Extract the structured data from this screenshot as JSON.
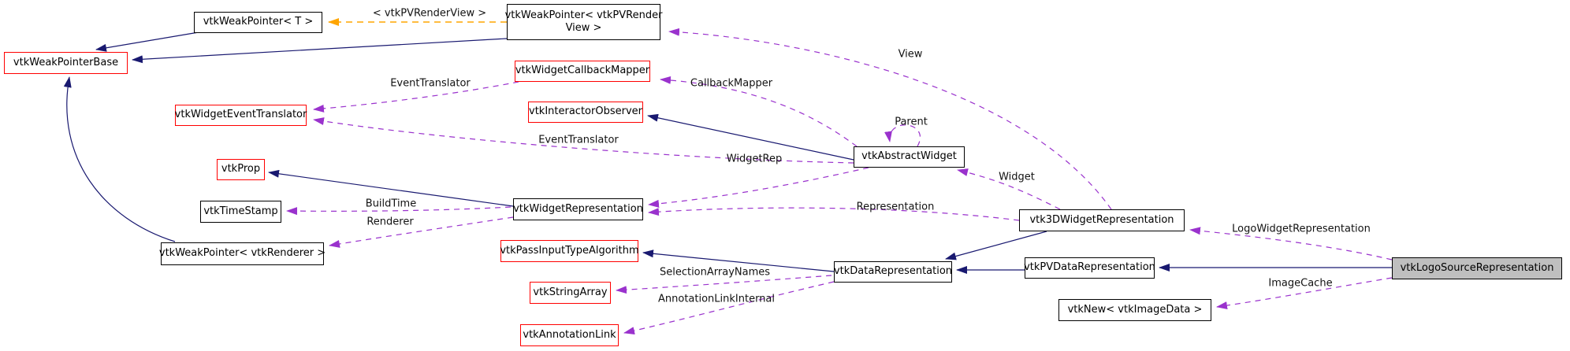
{
  "colors": {
    "background": "#ffffff",
    "inherit_edge": "#191970",
    "usage_edge": "#9a32cd",
    "template_edge": "#ffa500",
    "node_border": "#000000",
    "highlight_border": "#ff0000",
    "focus_fill": "#bfbfbf"
  },
  "nodes": [
    {
      "label": "vtkWeakPointer< T >"
    },
    {
      "line1": "vtkWeakPointer< vtkPVRender",
      "line2": "View >"
    },
    {
      "label": "vtkWeakPointerBase"
    },
    {
      "label": "vtkWidgetCallbackMapper"
    },
    {
      "label": "vtkWidgetEventTranslator"
    },
    {
      "label": "vtkInteractorObserver"
    },
    {
      "label": "vtkAbstractWidget"
    },
    {
      "label": "vtkProp"
    },
    {
      "label": "vtkTimeStamp"
    },
    {
      "label": "vtkWidgetRepresentation"
    },
    {
      "label": "vtkWeakPointer< vtkRenderer >"
    },
    {
      "label": "vtkPassInputTypeAlgorithm"
    },
    {
      "label": "vtkStringArray"
    },
    {
      "label": "vtkAnnotationLink"
    },
    {
      "label": "vtkDataRepresentation"
    },
    {
      "label": "vtk3DWidgetRepresentation"
    },
    {
      "label": "vtkPVDataRepresentation"
    },
    {
      "label": "vtkNew< vtkImageData >"
    },
    {
      "label": "vtkLogoSourceRepresentation"
    }
  ],
  "edge_labels": {
    "template_arg": "< vtkPVRenderView >",
    "view": "View",
    "event_translator_1": "EventTranslator",
    "callback_mapper": "CallbackMapper",
    "parent": "Parent",
    "event_translator_2": "EventTranslator",
    "widget_rep": "WidgetRep",
    "widget": "Widget",
    "representation": "Representation",
    "build_time": "BuildTime",
    "renderer": "Renderer",
    "selection_array_names": "SelectionArrayNames",
    "annotation_link_internal": "AnnotationLinkInternal",
    "logo_widget_representation": "LogoWidgetRepresentation",
    "image_cache": "ImageCache"
  }
}
